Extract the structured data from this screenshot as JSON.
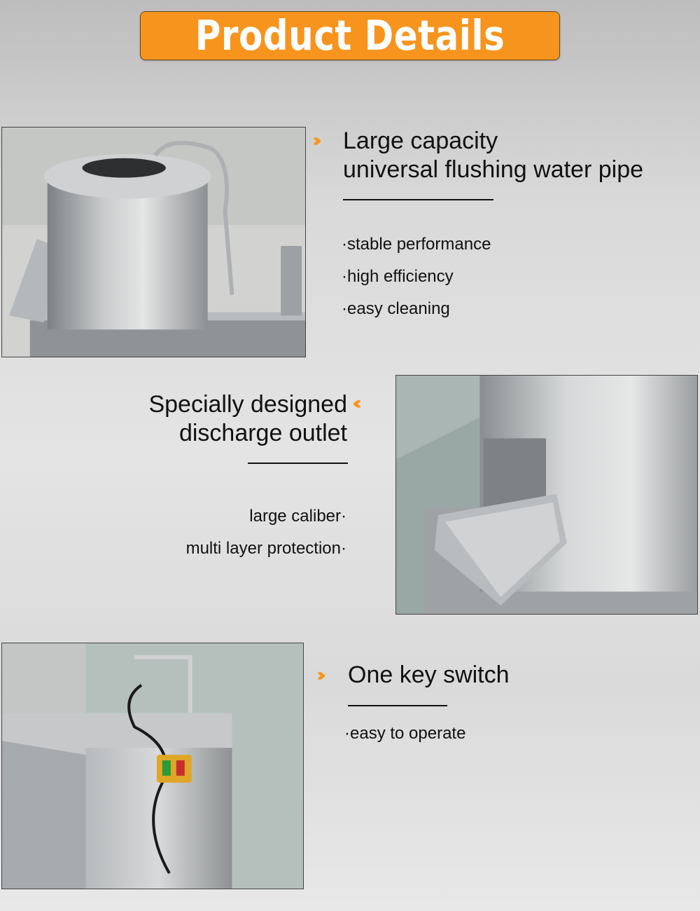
{
  "header": {
    "title": "Product Details"
  },
  "sections": [
    {
      "heading_lines": [
        "Large capacity",
        "universal flushing water pipe"
      ],
      "features": [
        "·stable performance",
        "·high efficiency",
        "·easy cleaning"
      ],
      "image": "peeler-drum-with-water-pipe"
    },
    {
      "heading_lines": [
        "Specially designed",
        "discharge outlet"
      ],
      "features": [
        "large caliber·",
        "multi layer protection·"
      ],
      "image": "peeler-discharge-chute"
    },
    {
      "heading_lines": [
        "One key switch"
      ],
      "features": [
        "·easy to operate"
      ],
      "image": "peeler-switch-box"
    }
  ],
  "colors": {
    "accent": "#f7941d",
    "steel": "#a9acae",
    "floor": "#9fb0ad"
  },
  "icons": {
    "section_marker_right": "double-chevron-right-icon",
    "section_marker_left": "double-chevron-left-icon"
  }
}
